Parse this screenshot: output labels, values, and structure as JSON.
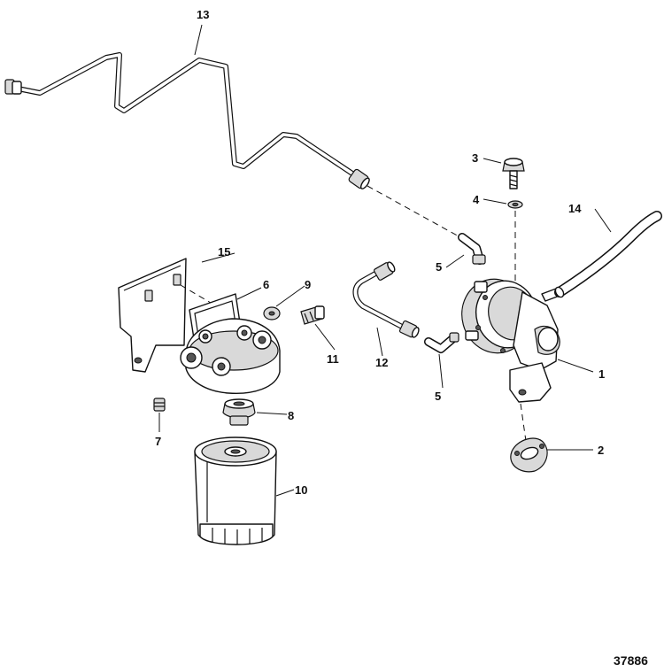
{
  "figure_number": "37886",
  "callouts": [
    {
      "id": "c1",
      "label": "1"
    },
    {
      "id": "c2",
      "label": "2"
    },
    {
      "id": "c3",
      "label": "3"
    },
    {
      "id": "c4",
      "label": "4"
    },
    {
      "id": "c5a",
      "label": "5"
    },
    {
      "id": "c5b",
      "label": "5"
    },
    {
      "id": "c6",
      "label": "6"
    },
    {
      "id": "c7",
      "label": "7"
    },
    {
      "id": "c8",
      "label": "8"
    },
    {
      "id": "c9",
      "label": "9"
    },
    {
      "id": "c10",
      "label": "10"
    },
    {
      "id": "c11",
      "label": "11"
    },
    {
      "id": "c12",
      "label": "12"
    },
    {
      "id": "c13",
      "label": "13"
    },
    {
      "id": "c14",
      "label": "14"
    },
    {
      "id": "c15",
      "label": "15"
    }
  ],
  "colors": {
    "ink": "#111111",
    "background": "#ffffff",
    "shade": "#d9d9d9"
  }
}
